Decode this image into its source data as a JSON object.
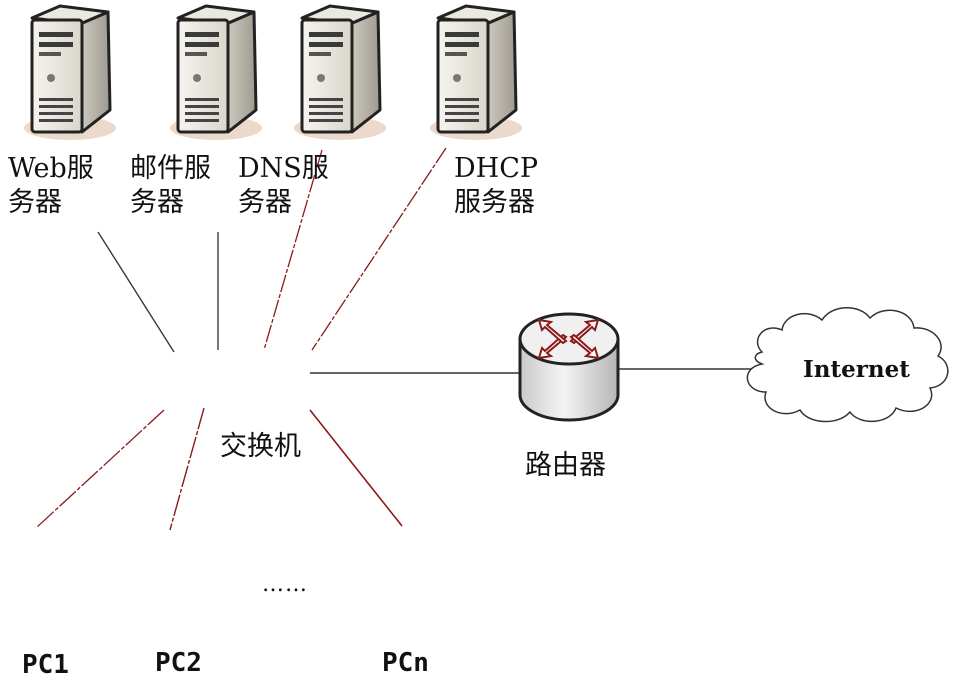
{
  "servers": [
    {
      "label": "Web服务器",
      "icon": "server-tower"
    },
    {
      "label": "邮件服务器",
      "icon": "server-tower"
    },
    {
      "label": "DNS服务器",
      "icon": "server-tower"
    },
    {
      "label": "DHCP服务器",
      "icon": "server-tower"
    }
  ],
  "switch": {
    "label": "交换机"
  },
  "router": {
    "label": "路由器",
    "icon": "router-cylinder"
  },
  "internet": {
    "label": "Internet",
    "icon": "cloud"
  },
  "clients": [
    {
      "label": "PC1"
    },
    {
      "label": "PC2"
    },
    {
      "label": "PCn"
    }
  ],
  "ellipsis": "……",
  "colors": {
    "line_dark": "#333333",
    "line_accent": "#8b1a1a",
    "server_shade": "#e6d4c4",
    "router_body": "#e2e2e2"
  }
}
